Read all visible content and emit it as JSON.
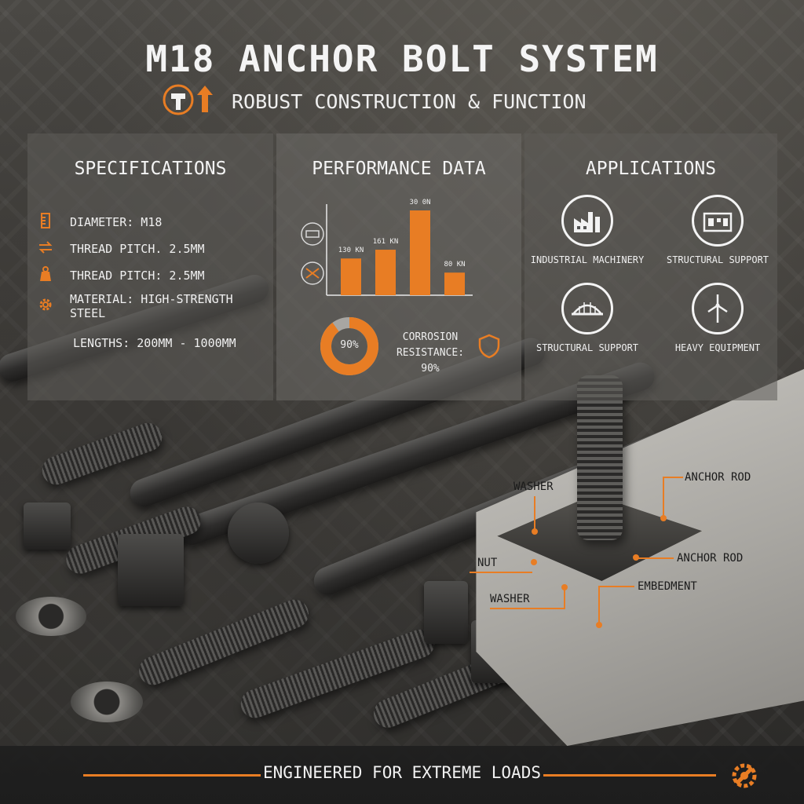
{
  "title": "M18 ANCHOR BOLT SYSTEM",
  "subtitle": "ROBUST CONSTRUCTION & FUNCTION",
  "colors": {
    "accent": "#e87d24",
    "panel": "#5f5d59",
    "text": "#f2f2f2"
  },
  "icons": {
    "subtitle": "bolt-arrow-icon",
    "footer": "gear-wrench-icon"
  },
  "specifications": {
    "heading": "SPECIFICATIONS",
    "items": [
      {
        "label": "DIAMETER: M18",
        "icon": "ruler-icon"
      },
      {
        "label": "THREAD PITCH. 2.5MM",
        "icon": "arrows-icon"
      },
      {
        "label": "THREAD PITCH: 2.5MM",
        "icon": "weight-icon"
      },
      {
        "label": "MATERIAL: HIGH-STRENGTH STEEL",
        "icon": "gear-icon"
      },
      {
        "label": "LENGTHS: 200MM - 1000MM",
        "icon": ""
      }
    ]
  },
  "performance": {
    "heading": "PERFORMANCE DATA",
    "corrosion_label": "CORROSION RESISTANCE: 90%",
    "donut_label": "90%",
    "donut_value": 0.9
  },
  "chart_data": {
    "type": "bar",
    "categories": [
      "",
      "",
      "",
      ""
    ],
    "values": [
      130,
      161,
      300,
      80
    ],
    "data_labels": [
      "130 KN",
      "161 KN",
      "30 0N",
      "80 KN"
    ],
    "title": "",
    "xlabel": "",
    "ylabel": ""
  },
  "applications": {
    "heading": "APPLICATIONS",
    "items": [
      {
        "label": "INDUSTRIAL MACHINERY",
        "icon": "factory-icon"
      },
      {
        "label": "STRUCTURAL SUPPORT",
        "icon": "building-icon"
      },
      {
        "label": "STRUCTURAL SUPPORT",
        "icon": "bridge-icon"
      },
      {
        "label": "HEAVY EQUIPMENT",
        "icon": "wind-turbine-icon"
      }
    ]
  },
  "callouts": {
    "washer_top": "WASHER",
    "anchor_rod_top": "ANCHOR ROD",
    "nut": "NUT",
    "anchor_rod_mid": "ANCHOR ROD",
    "embedment": "EMBEDMENT",
    "washer_bottom": "WASHER"
  },
  "footer": {
    "text": "ENGINEERED FOR EXTREME LOADS"
  }
}
